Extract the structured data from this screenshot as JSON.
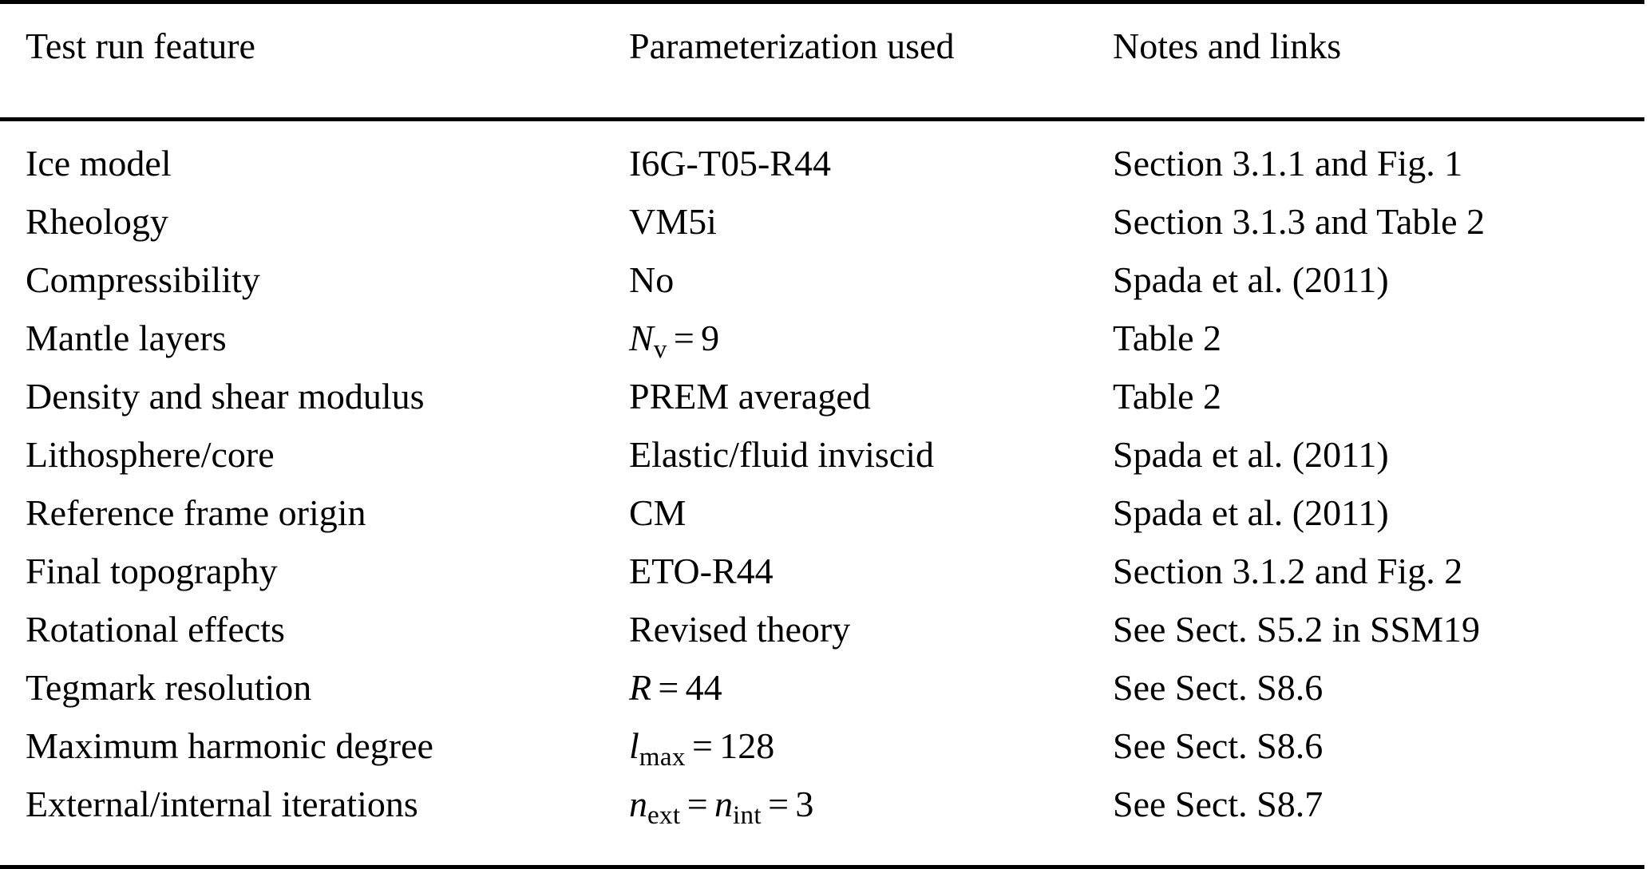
{
  "table": {
    "columns": [
      {
        "key": "feature",
        "label": "Test run feature"
      },
      {
        "key": "parameterization",
        "label": "Parameterization used"
      },
      {
        "key": "notes",
        "label": "Notes and links"
      }
    ],
    "rows": [
      {
        "feature": "Ice model",
        "parameterization": "I6G-T05-R44",
        "notes": "Section 3.1.1 and Fig. 1"
      },
      {
        "feature": "Rheology",
        "parameterization": "VM5i",
        "notes": "Section 3.1.3 and Table 2"
      },
      {
        "feature": "Compressibility",
        "parameterization": "No",
        "notes": "Spada et al. (2011)"
      },
      {
        "feature": "Mantle layers",
        "parameterization": "N_v = 9",
        "parameterization_math": {
          "var": "N",
          "sub": "v",
          "op": "=",
          "value": "9"
        },
        "notes": "Table 2"
      },
      {
        "feature": "Density and shear modulus",
        "parameterization": "PREM averaged",
        "notes": "Table 2"
      },
      {
        "feature": "Lithosphere/core",
        "parameterization": "Elastic/fluid inviscid",
        "notes": "Spada et al. (2011)"
      },
      {
        "feature": "Reference frame origin",
        "parameterization": "CM",
        "notes": "Spada et al. (2011)"
      },
      {
        "feature": "Final topography",
        "parameterization": "ETO-R44",
        "notes": "Section 3.1.2 and Fig. 2"
      },
      {
        "feature": "Rotational effects",
        "parameterization": "Revised theory",
        "notes": "See Sect. S5.2 in SSM19"
      },
      {
        "feature": "Tegmark resolution",
        "parameterization": "R = 44",
        "parameterization_math": {
          "var": "R",
          "sub": "",
          "op": "=",
          "value": "44"
        },
        "notes": "See Sect. S8.6"
      },
      {
        "feature": "Maximum harmonic degree",
        "parameterization": "l_max = 128",
        "parameterization_math": {
          "var": "l",
          "sub": "max",
          "op": "=",
          "value": "128"
        },
        "notes": "See Sect. S8.6"
      },
      {
        "feature": "External/internal iterations",
        "parameterization": "n_ext = n_int = 3",
        "parameterization_math": {
          "var": "n",
          "sub": "ext",
          "op": "=",
          "var2": "n",
          "sub2": "int",
          "op2": "=",
          "value": "3"
        },
        "notes": "See Sect. S8.7"
      }
    ]
  },
  "style": {
    "text_color": "#000000",
    "background_color": "#ffffff",
    "rule_color": "#000000"
  }
}
